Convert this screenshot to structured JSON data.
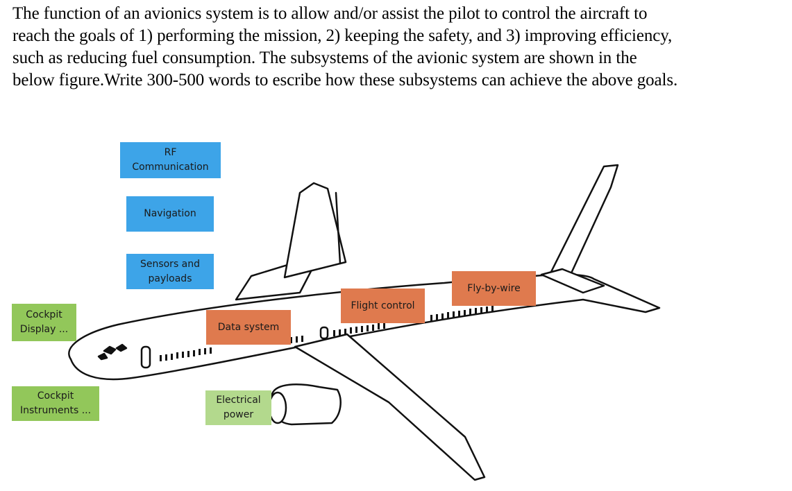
{
  "question": {
    "line1": "The function of an avionics system is to allow and/or assist the pilot to control the aircraft to",
    "line2": "reach the goals of 1) performing the mission, 2) keeping the safety, and 3) improving efficiency,",
    "line3": "such as reducing fuel consumption. The subsystems of the avionic system are shown in the",
    "line4a": "below figure",
    "line4b": ".Write 300-500 words to escribe how these subsystems can achieve the above goals."
  },
  "labels": {
    "rf_line1": "RF",
    "rf_line2": "Communication",
    "navigation": "Navigation",
    "sensors_line1": "Sensors and",
    "sensors_line2": "payloads",
    "cockpit_display_line1": "Cockpit",
    "cockpit_display_line2": "Display ...",
    "cockpit_instruments_line1": "Cockpit",
    "cockpit_instruments_line2": "Instruments ...",
    "data_system": "Data system",
    "flight_control": "Flight control",
    "fly_by_wire": "Fly-by-wire",
    "electrical_line1": "Electrical",
    "electrical_line2": "power"
  },
  "colors": {
    "blue": "#3da4e8",
    "green": "#92c75a",
    "orange": "#df7a4e",
    "light_green": "#b3d98d"
  }
}
